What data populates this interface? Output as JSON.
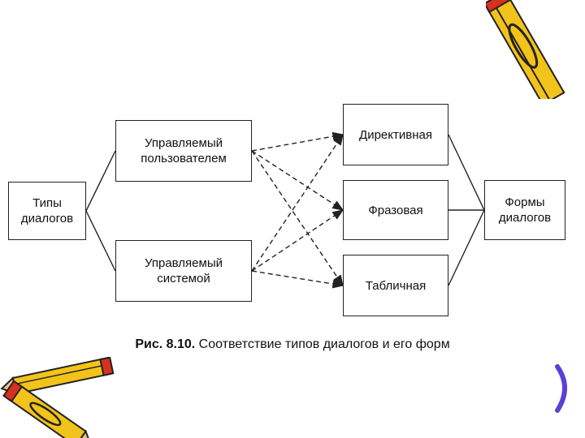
{
  "diagram": {
    "nodes": {
      "dialog_types": {
        "line1": "Типы",
        "line2": "диалогов"
      },
      "user_controlled": {
        "line1": "Управляемый",
        "line2": "пользователем"
      },
      "system_controlled": {
        "line1": "Управляемый",
        "line2": "системой"
      },
      "directive": {
        "label": "Директивная"
      },
      "phrase": {
        "label": "Фразовая"
      },
      "tabular": {
        "label": "Табличная"
      },
      "dialog_forms": {
        "line1": "Формы",
        "line2": "диалогов"
      }
    },
    "edges": [
      {
        "from": "dialog_types",
        "to": "user_controlled",
        "style": "solid"
      },
      {
        "from": "dialog_types",
        "to": "system_controlled",
        "style": "solid"
      },
      {
        "from": "user_controlled",
        "to": "directive",
        "style": "dashed"
      },
      {
        "from": "user_controlled",
        "to": "phrase",
        "style": "dashed"
      },
      {
        "from": "user_controlled",
        "to": "tabular",
        "style": "dashed"
      },
      {
        "from": "system_controlled",
        "to": "directive",
        "style": "dashed"
      },
      {
        "from": "system_controlled",
        "to": "phrase",
        "style": "dashed"
      },
      {
        "from": "system_controlled",
        "to": "tabular",
        "style": "dashed"
      },
      {
        "from": "directive",
        "to": "dialog_forms",
        "style": "solid"
      },
      {
        "from": "phrase",
        "to": "dialog_forms",
        "style": "solid"
      },
      {
        "from": "tabular",
        "to": "dialog_forms",
        "style": "solid"
      }
    ]
  },
  "caption": {
    "number": "Рис. 8.10.",
    "text": "Соответствие типов диалогов и его форм"
  },
  "decorations": [
    "pencil-icon",
    "pencil-icon",
    "pencil-icon"
  ],
  "colors": {
    "pencil_body": "#f2c31a",
    "pencil_tip": "#d8301f",
    "ink": "#222222",
    "bracket": "#5b3fd6"
  }
}
